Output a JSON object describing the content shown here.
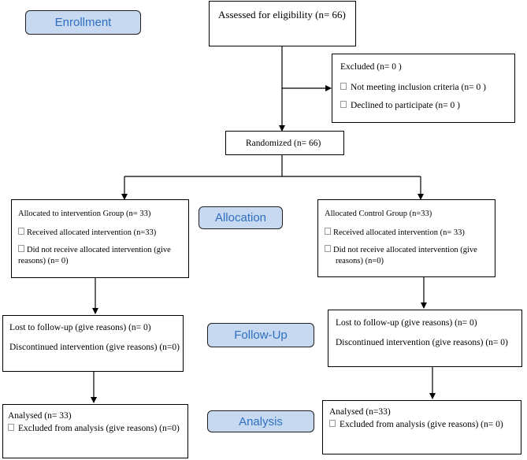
{
  "stages": {
    "enrollment": "Enrollment",
    "allocation": "Allocation",
    "follow_up": "Follow-Up",
    "analysis": "Analysis"
  },
  "assessed": "Assessed for eligibility (n= 66)",
  "excluded": {
    "title": "Excluded (n= 0   )",
    "items": [
      "Not meeting inclusion criteria (n= 0 )",
      "Declined to participate (n= 0 )"
    ]
  },
  "randomized": "Randomized (n= 66)",
  "intervention": {
    "allocated": "Allocated to intervention Group (n= 33)",
    "received": "Received allocated intervention (n=33)",
    "not_received_1": "Did not receive allocated intervention (give",
    "not_received_2": "reasons) (n= 0)",
    "lost": "Lost to follow-up (give reasons) (n= 0)",
    "discontinued": "Discontinued intervention (give reasons) (n=0)",
    "analysed": "Analysed (n= 33)",
    "excluded_analysis": "Excluded from analysis (give reasons) (n=0)"
  },
  "control": {
    "allocated": "Allocated Control Group (n=33)",
    "received": "Received allocated intervention (n= 33)",
    "not_received_1": "Did not receive allocated intervention (give",
    "not_received_2": "reasons) (n=0)",
    "lost": "Lost to follow-up (give reasons) (n= 0)",
    "discontinued": "Discontinued intervention (give reasons) (n= 0)",
    "analysed": "Analysed (n=33)",
    "excluded_analysis": "Excluded from analysis (give reasons) (n= 0)"
  }
}
